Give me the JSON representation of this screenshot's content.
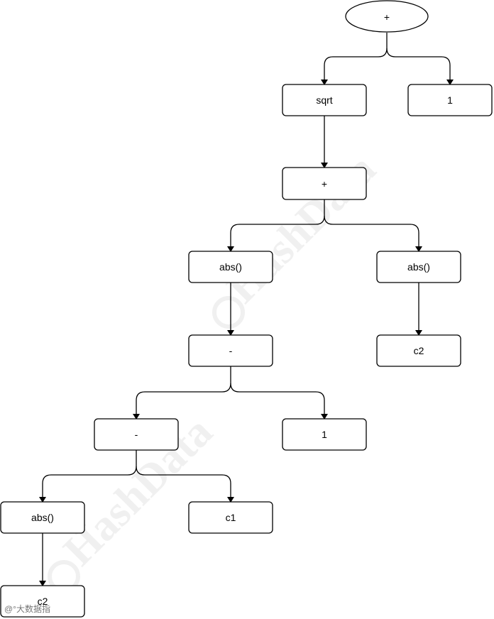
{
  "nodes": {
    "root_plus": "+",
    "sqrt": "sqrt",
    "one_a": "1",
    "plus_b": "+",
    "abs_left": "abs()",
    "abs_right": "abs()",
    "minus_a": "-",
    "c2_right": "c2",
    "minus_b": "-",
    "one_b": "1",
    "abs_bottom": "abs()",
    "c1": "c1",
    "c2_bottom": "c2"
  },
  "watermark": {
    "text": "HashData",
    "credit": "@°大数据指"
  }
}
